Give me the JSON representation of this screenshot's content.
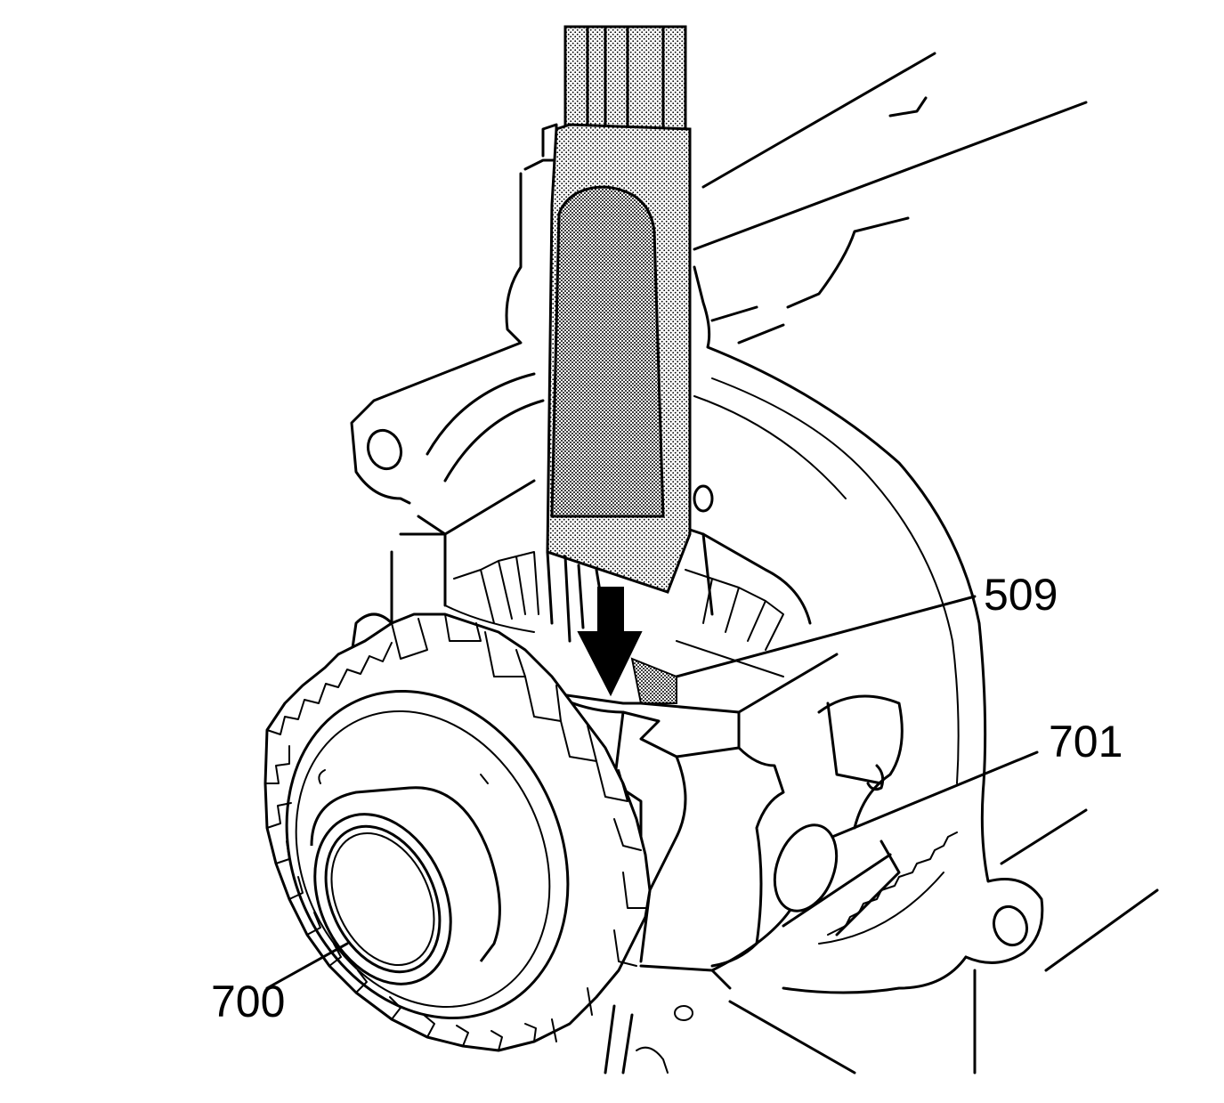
{
  "callouts": {
    "c509": "509",
    "c701": "701",
    "c700": "700"
  },
  "colors": {
    "line": "#000000",
    "background": "#ffffff",
    "tool_shading": "#bdbdbd"
  },
  "icons": {
    "direction_arrow": "arrow-down-icon"
  }
}
